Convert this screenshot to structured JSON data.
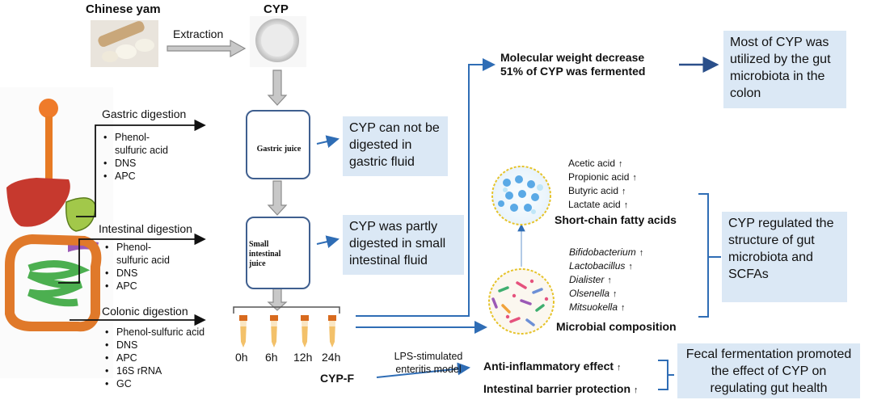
{
  "titles": {
    "yam": "Chinese yam",
    "cyp": "CYP",
    "extraction": "Extraction"
  },
  "stages": {
    "gastric": {
      "label": "Gastric digestion",
      "methods": [
        "Phenol-",
        "sulfuric acid",
        "DNS",
        "APC"
      ]
    },
    "intestinal": {
      "label": "Intestinal digestion",
      "methods": [
        "Phenol-",
        "sulfuric acid",
        "DNS",
        "APC"
      ]
    },
    "colonic": {
      "label": "Colonic digestion",
      "methods": [
        "Phenol-sulfuric acid",
        "DNS",
        "APC",
        "16S rRNA",
        "GC"
      ]
    }
  },
  "vessels": {
    "gastric": "Gastric juice",
    "intestinal": "Small intestinal juice"
  },
  "results": {
    "gastric": "CYP can not be digested in gastric fluid",
    "intestinal": "CYP was partly digested in small intestinal fluid",
    "colon_box": "Most of CYP was utilized by the gut microbiota in the colon",
    "regulated_box": "CYP regulated the structure of gut microbiota and SCFAs",
    "fecal_box": "Fecal fermentation promoted the effect of CYP on regulating gut health"
  },
  "molecular": {
    "line1": "Molecular weight decrease",
    "line2": "51% of CYP was fermented"
  },
  "scfa": {
    "title": "Short-chain fatty acids",
    "items": [
      "Acetic acid",
      "Propionic acid",
      "Butyric acid",
      "Lactate acid"
    ]
  },
  "microbes": {
    "title": "Microbial composition",
    "items": [
      "Bifidobacterium",
      "Lactobacillus",
      "Dialister",
      "Olsenella",
      "Mitsuokella"
    ]
  },
  "tubes": {
    "times": [
      "0h",
      "6h",
      "12h",
      "24h"
    ],
    "label": "CYP-F"
  },
  "enteritis": {
    "label": "LPS-stimulated enteritis model"
  },
  "effects": {
    "anti": "Anti-inflammatory effect",
    "barrier": "Intestinal barrier protection"
  },
  "colors": {
    "arrow_blue": "#2f6db5",
    "box_blue": "#dbe8f5",
    "vessel_border": "#3f5f8f",
    "gray_arrow": "#8c8c8c"
  }
}
